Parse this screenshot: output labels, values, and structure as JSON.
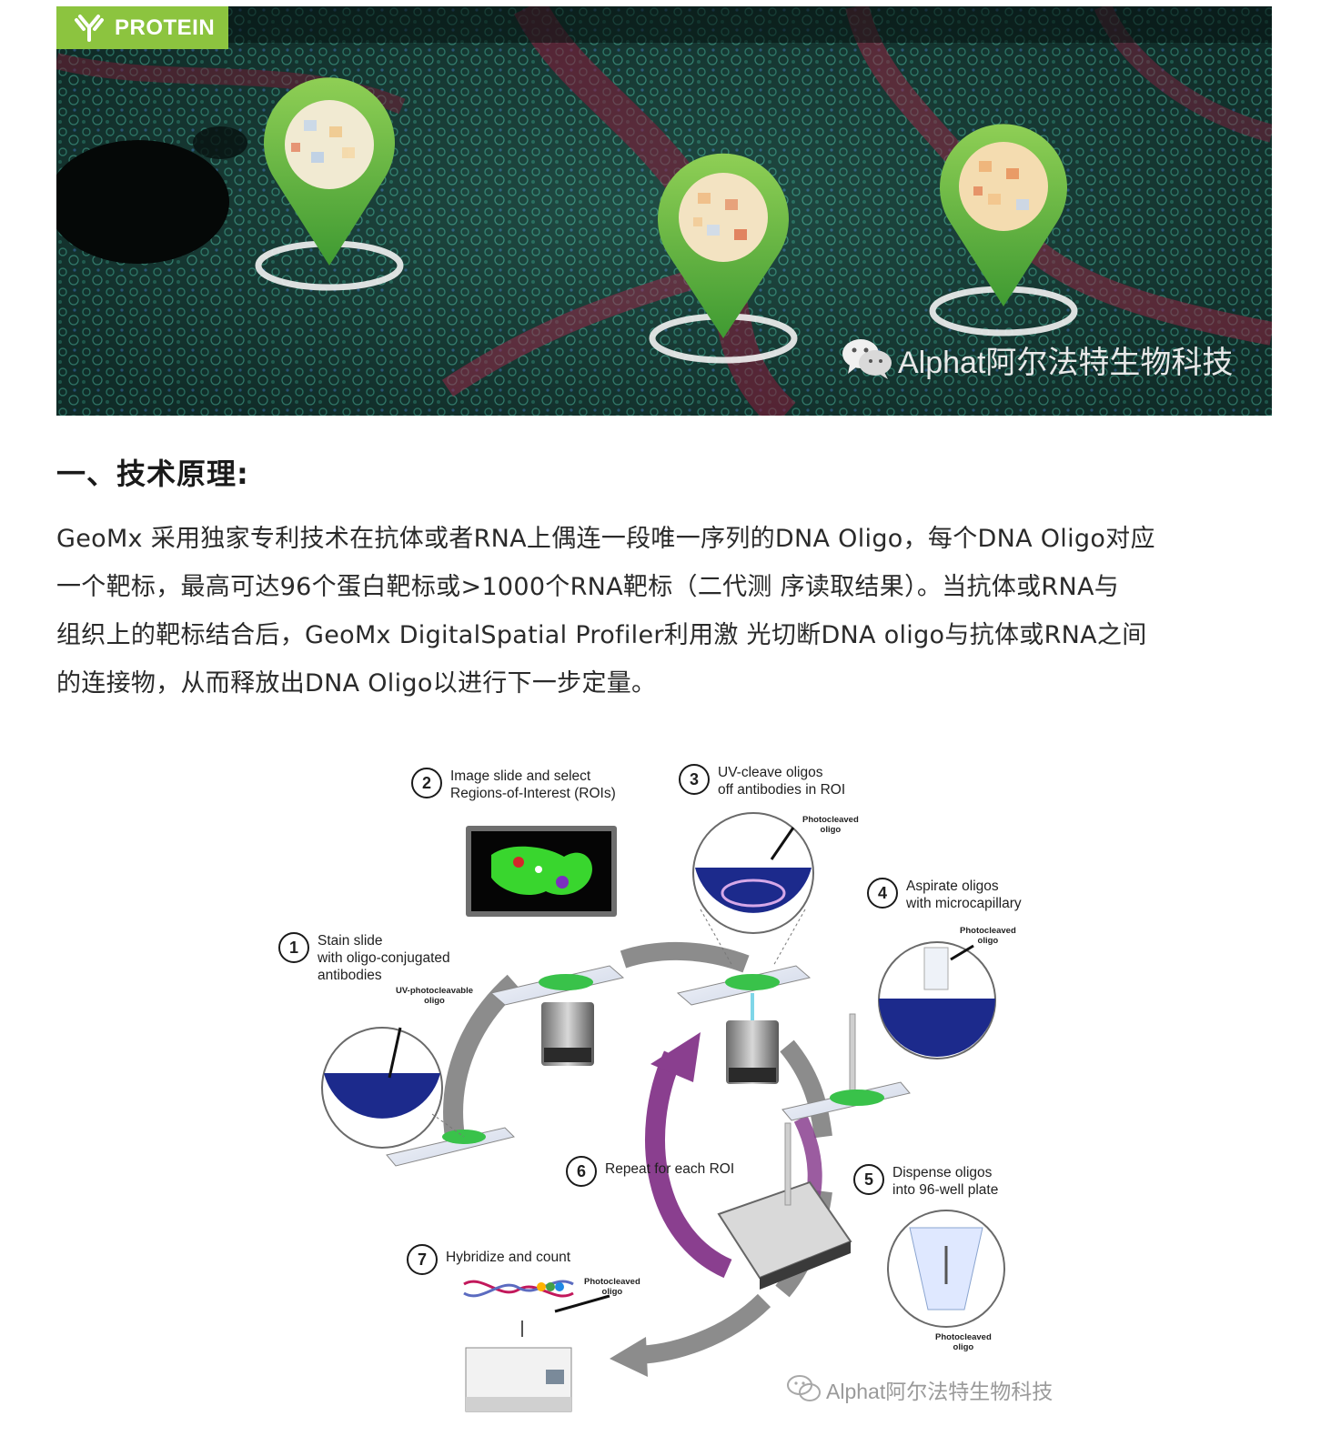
{
  "banner": {
    "tag_label": "PROTEIN",
    "watermark": "Alphat阿尔法特生物科技"
  },
  "section": {
    "heading": "一、技术原理:",
    "paragraph_lines": [
      "GeoMx 采用独家专利技术在抗体或者RNA上偶连一段唯一序列的DNA Oligo，每个DNA Oligo对应",
      "一个靶标，最高可达96个蛋白靶标或>1000个RNA靶标（二代测 序读取结果）。当抗体或RNA与",
      "组织上的靶标结合后，GeoMx DigitalSpatial Profiler利用激 光切断DNA oligo与抗体或RNA之间",
      "的连接物，从而释放出DNA Oligo以进行下一步定量。"
    ]
  },
  "workflow": {
    "steps": [
      {
        "num": "1",
        "line1": "Stain slide",
        "line2": "with oligo-conjugated",
        "line3": "antibodies"
      },
      {
        "num": "2",
        "line1": "Image slide and select",
        "line2": "Regions-of-Interest (ROIs)"
      },
      {
        "num": "3",
        "line1": "UV-cleave oligos",
        "line2": "off antibodies in ROI"
      },
      {
        "num": "4",
        "line1": "Aspirate oligos",
        "line2": "with microcapillary"
      },
      {
        "num": "5",
        "line1": "Dispense oligos",
        "line2": "into 96-well plate"
      },
      {
        "num": "6",
        "line1": "Repeat for each ROI"
      },
      {
        "num": "7",
        "line1": "Hybridize and count"
      }
    ],
    "labels": {
      "uv_oligo_1": "UV-photocleavable",
      "uv_oligo_2": "oligo",
      "photocleaved_1": "Photocleaved",
      "photocleaved_2": "oligo"
    },
    "watermark": "Alphat阿尔法特生物科技"
  },
  "colors": {
    "tag_green": "#8cc43f",
    "pin_green": "#6cb33e",
    "arrow_purple": "#8a3f8f",
    "arrow_gray": "#8c8c8c",
    "well_blue": "#1c2a8c"
  }
}
